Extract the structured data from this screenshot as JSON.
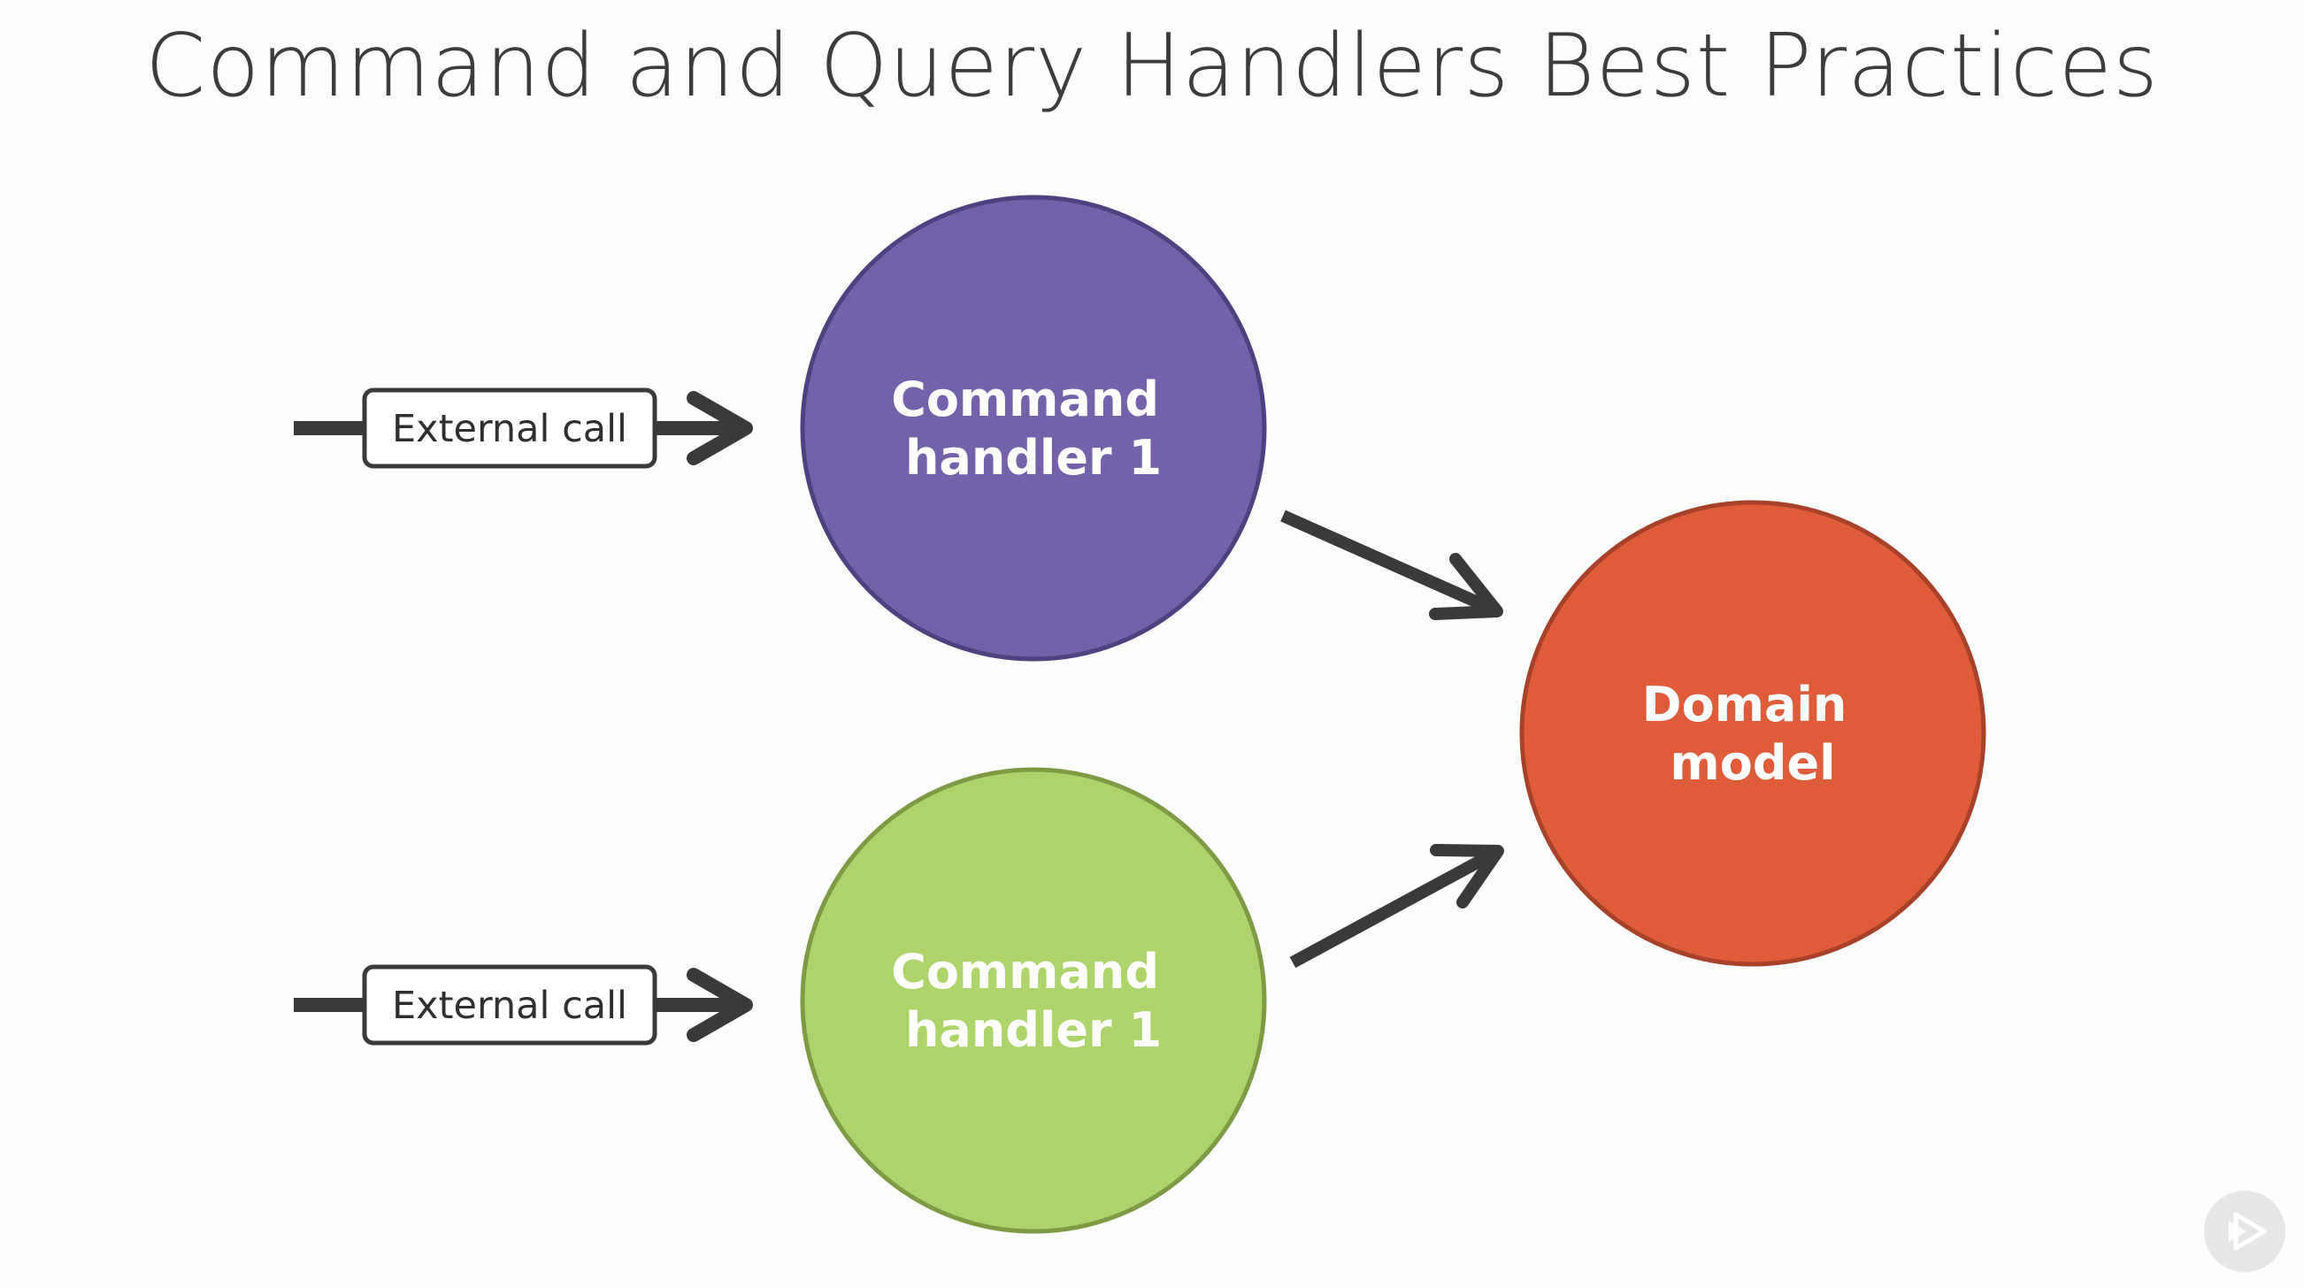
{
  "slide": {
    "title": "Command and Query Handlers Best Practices"
  },
  "diagram": {
    "external_calls": [
      {
        "label": "External call"
      },
      {
        "label": "External call"
      }
    ],
    "handlers": [
      {
        "line1": "Command",
        "line2": "handler 1",
        "color": "#7362a9",
        "border": "#4d4180"
      },
      {
        "line1": "Command",
        "line2": "handler 1",
        "color": "#acd46a",
        "border": "#7d9a45"
      }
    ],
    "domain": {
      "line1": "Domain",
      "line2": "model",
      "color": "#df5c3a",
      "border": "#a8412a"
    },
    "arrow_color": "#3a3a3a"
  },
  "player": {
    "play_icon": "play-icon"
  }
}
